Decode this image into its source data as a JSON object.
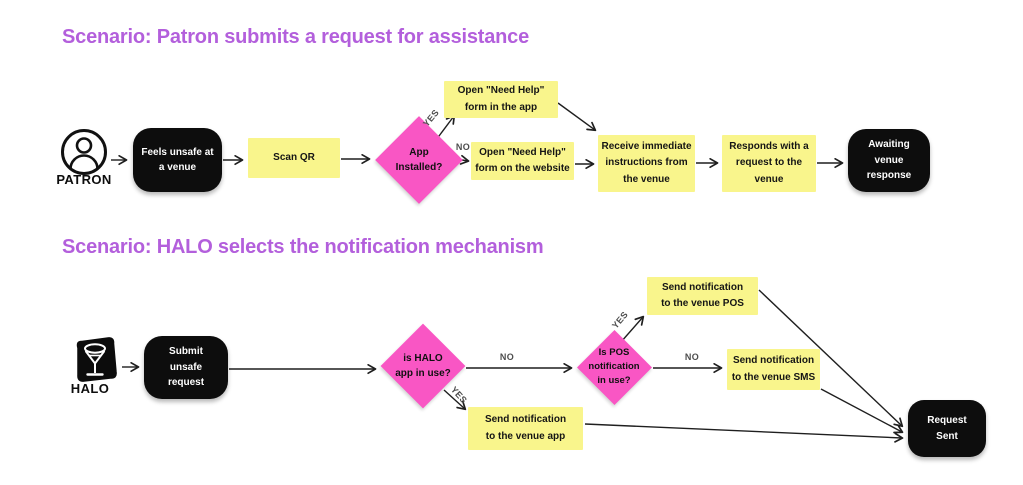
{
  "palette": {
    "title_purple": "#b35fdc",
    "diamond_pink": "#f956c4",
    "note_yellow": "#f9f58c",
    "terminal_black": "#0d0d0d",
    "arrow": "#1f1f1f"
  },
  "scenario1": {
    "title": "Scenario: Patron submits a request for assistance",
    "actor": {
      "name": "PATRON",
      "icon": "person-in-circle-icon"
    },
    "nodes": {
      "feels_unsafe": "Feels unsafe at\na venue",
      "scan_qr": "Scan QR",
      "app_installed": "App\nInstalled?",
      "open_form_app": "Open \"Need Help\"\nform in the app",
      "open_form_website": "Open \"Need Help\"\nform on the website",
      "receive_instructions": "Receive immediate\ninstructions from\nthe venue",
      "responds_request": "Responds with a\nrequest to the\nvenue",
      "awaiting_response": "Awaiting\nvenue\nresponse"
    },
    "edge_labels": {
      "yes": "YES",
      "no": "NO"
    },
    "edges": [
      {
        "from": "patron",
        "to": "feels_unsafe",
        "label": ""
      },
      {
        "from": "feels_unsafe",
        "to": "scan_qr",
        "label": ""
      },
      {
        "from": "scan_qr",
        "to": "app_installed",
        "label": ""
      },
      {
        "from": "app_installed",
        "to": "open_form_app",
        "label": "YES"
      },
      {
        "from": "app_installed",
        "to": "open_form_website",
        "label": "NO"
      },
      {
        "from": "open_form_app",
        "to": "receive_instructions",
        "label": ""
      },
      {
        "from": "open_form_website",
        "to": "receive_instructions",
        "label": ""
      },
      {
        "from": "receive_instructions",
        "to": "responds_request",
        "label": ""
      },
      {
        "from": "responds_request",
        "to": "awaiting_response",
        "label": ""
      }
    ]
  },
  "scenario2": {
    "title": "Scenario: HALO selects the notification mechanism",
    "actor": {
      "name": "HALO",
      "icon": "martini-glass-icon"
    },
    "nodes": {
      "submit_request": "Submit unsafe\nrequest",
      "halo_app_in_use": "is HALO\napp in use?",
      "pos_in_use": "Is POS\nnotification\nin use?",
      "notify_pos": "Send notification\nto the venue POS",
      "notify_sms": "Send notification\nto the venue SMS",
      "notify_app": "Send notification\nto the venue app",
      "request_sent": "Request\nSent"
    },
    "edge_labels": {
      "yes1": "YES",
      "no1": "NO",
      "yes2": "YES",
      "no2": "NO"
    },
    "edges": [
      {
        "from": "halo",
        "to": "submit_request",
        "label": ""
      },
      {
        "from": "submit_request",
        "to": "halo_app_in_use",
        "label": ""
      },
      {
        "from": "halo_app_in_use",
        "to": "pos_in_use",
        "label": "NO"
      },
      {
        "from": "halo_app_in_use",
        "to": "notify_app",
        "label": "YES"
      },
      {
        "from": "pos_in_use",
        "to": "notify_pos",
        "label": "YES"
      },
      {
        "from": "pos_in_use",
        "to": "notify_sms",
        "label": "NO"
      },
      {
        "from": "notify_pos",
        "to": "request_sent",
        "label": ""
      },
      {
        "from": "notify_sms",
        "to": "request_sent",
        "label": ""
      },
      {
        "from": "notify_app",
        "to": "request_sent",
        "label": ""
      }
    ]
  }
}
